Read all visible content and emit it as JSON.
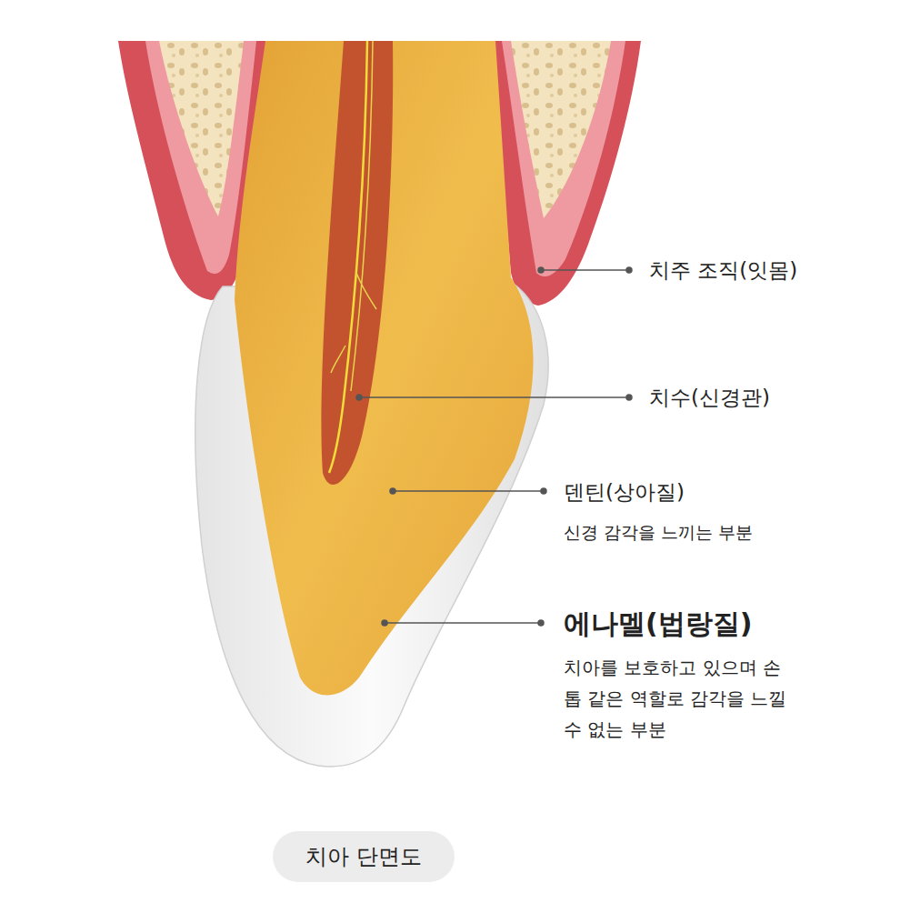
{
  "diagram": {
    "nodes": [
      {
        "text": [
          "치아 단면도"
        ]
      }
    ],
    "labels": [
      "치주 조직(잇몸)",
      "치수(신경관)",
      "덴틴(상아질)",
      "신경 감각을 느끼는 부분",
      "에나멜(법랑질)",
      "치아를 보호하고 있으며 손톱 같은 역할로 감각을 느낄 수 없는 부분"
    ]
  }
}
